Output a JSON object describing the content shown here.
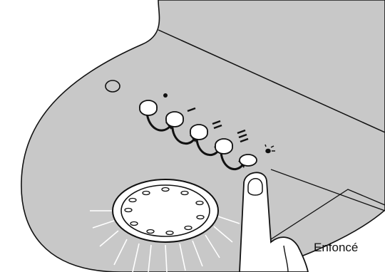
{
  "caption": "Enfoncé",
  "buttons": [
    {
      "name": "off-button",
      "symbol": "dot"
    },
    {
      "name": "speed-1-button",
      "symbol": "one-bar"
    },
    {
      "name": "speed-2-button",
      "symbol": "two-bars"
    },
    {
      "name": "speed-3-button",
      "symbol": "three-bars"
    },
    {
      "name": "light-button",
      "symbol": "lamp-icon"
    }
  ],
  "colors": {
    "panel": "#c8c8c8",
    "outline": "#111111",
    "button": "#ffffff"
  }
}
